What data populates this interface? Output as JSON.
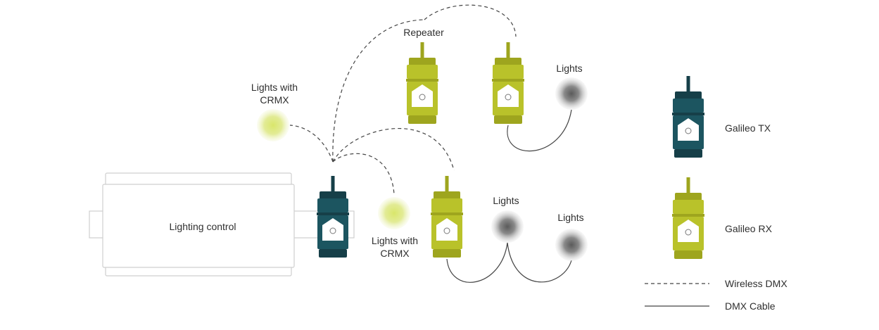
{
  "colors": {
    "tx_body": "#1c5560",
    "tx_dark": "#163f48",
    "rx_body": "#b9c22a",
    "rx_dark": "#9ea51e",
    "crmx_light": "#d9e66a",
    "dmx_light": "#6a6a6a",
    "wire": "#444444",
    "box_stroke": "#cfcfcf"
  },
  "labels": {
    "lighting_control": "Lighting control",
    "repeater": "Repeater",
    "lights_with_crmx_top": "Lights with\nCRMX",
    "lights_with_crmx_bottom": "Lights with\nCRMX",
    "lights_top": "Lights",
    "lights_middle": "Lights",
    "lights_right": "Lights"
  },
  "legend": {
    "galileo_tx": "Galileo TX",
    "galileo_rx": "Galileo RX",
    "wireless_dmx": "Wireless DMX",
    "dmx_cable": "DMX Cable"
  }
}
